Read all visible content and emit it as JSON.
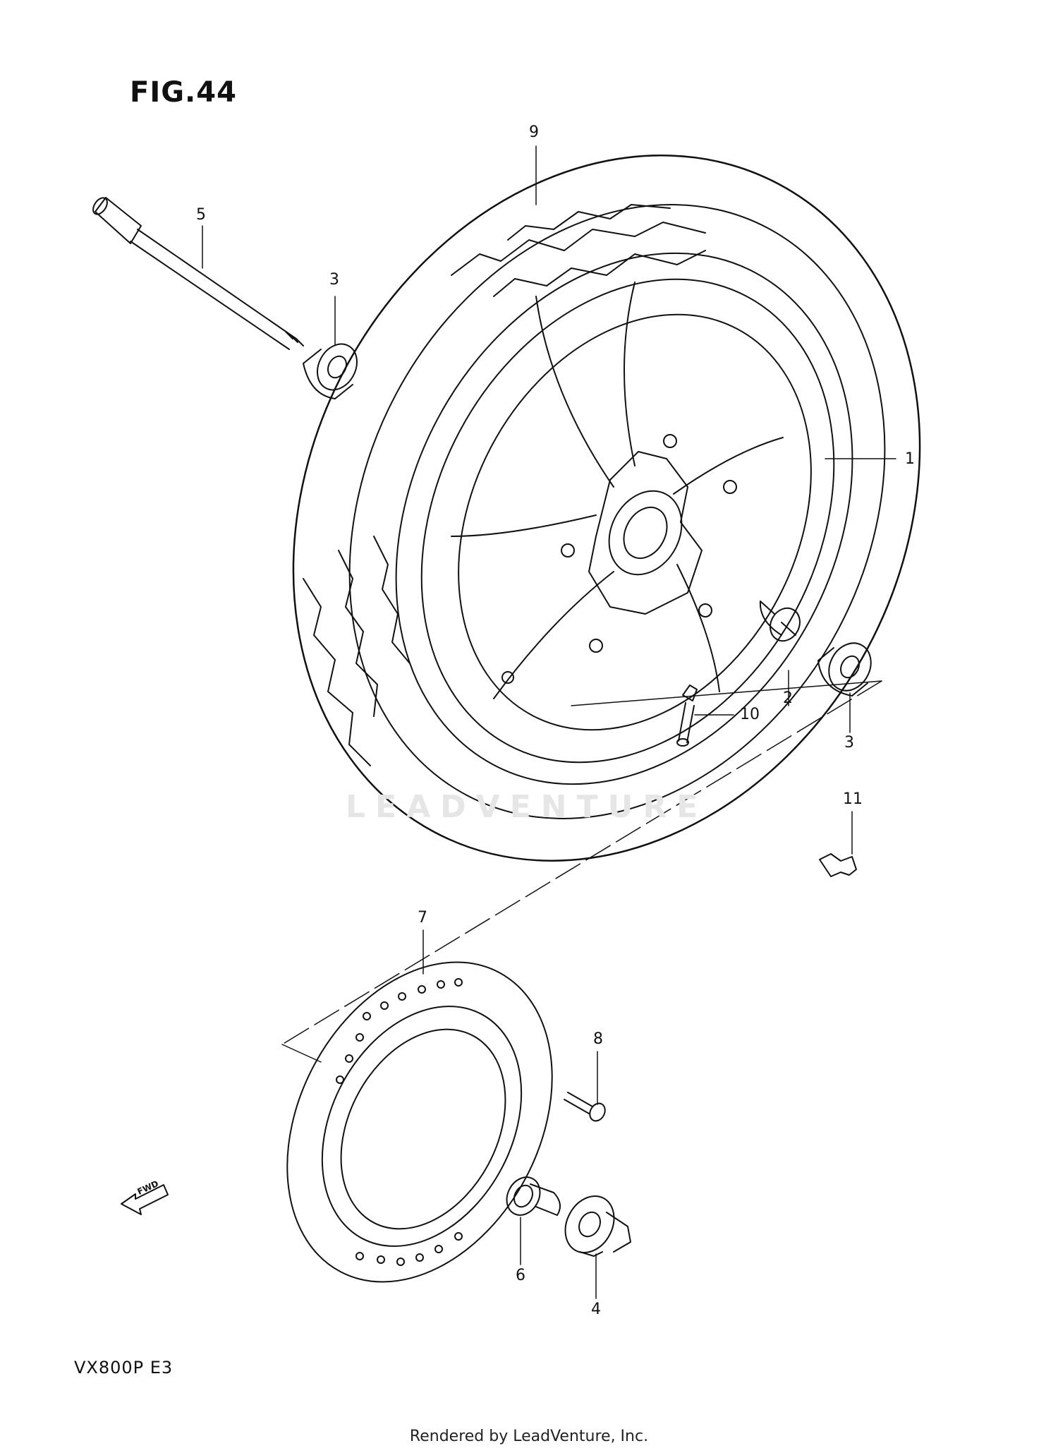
{
  "figure": {
    "title": "FIG.44",
    "model": "VX800P  E3",
    "footer": "Rendered by LeadVenture, Inc.",
    "watermark": "LEADVENTURE"
  },
  "callouts": [
    {
      "id": "1",
      "label": "1"
    },
    {
      "id": "2",
      "label": "2"
    },
    {
      "id": "3a",
      "label": "3"
    },
    {
      "id": "3b",
      "label": "3"
    },
    {
      "id": "4",
      "label": "4"
    },
    {
      "id": "5",
      "label": "5"
    },
    {
      "id": "6",
      "label": "6"
    },
    {
      "id": "7",
      "label": "7"
    },
    {
      "id": "8",
      "label": "8"
    },
    {
      "id": "9",
      "label": "9"
    },
    {
      "id": "10",
      "label": "10"
    },
    {
      "id": "11",
      "label": "11"
    }
  ],
  "fwd_badge": "FWD",
  "colors": {
    "line": "#111111",
    "watermark": "#e6e6e6"
  }
}
